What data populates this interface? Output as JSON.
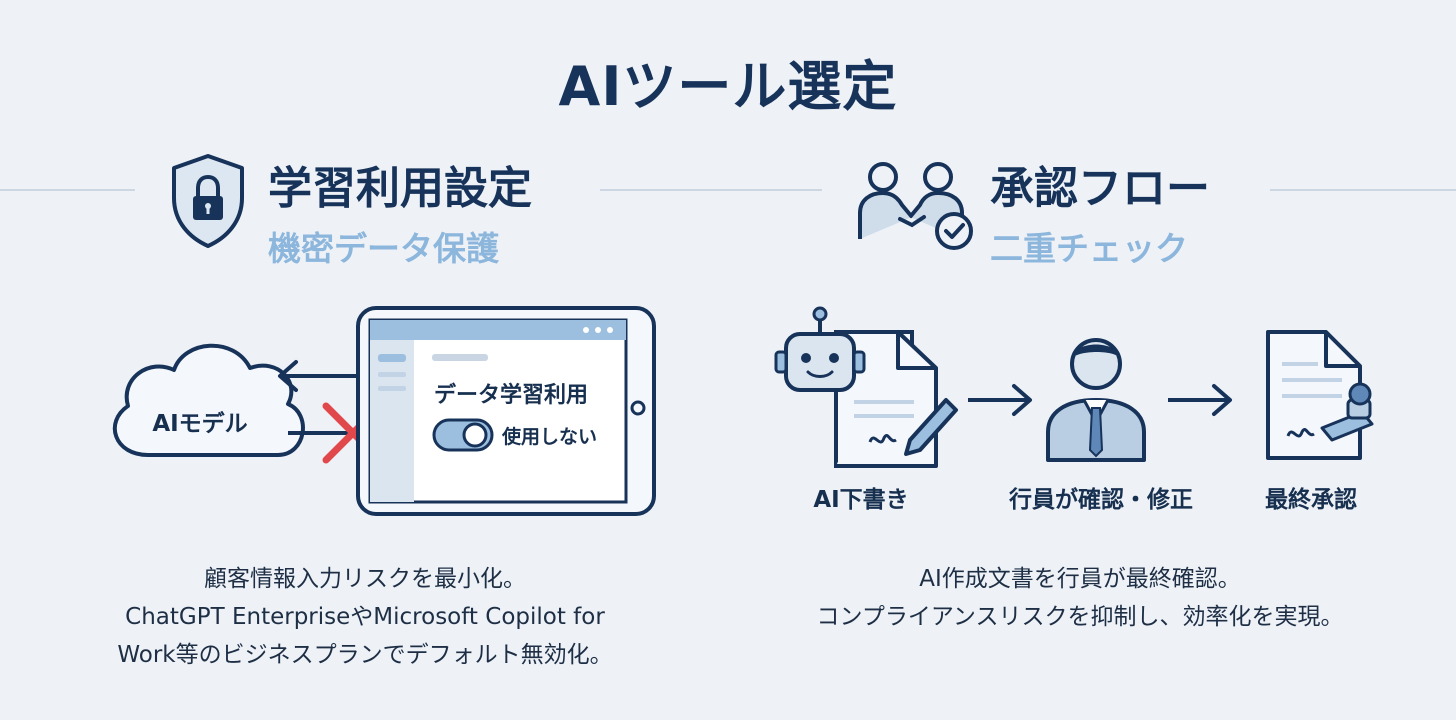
{
  "title": "AIツール選定",
  "left": {
    "heading": "学習利用設定",
    "subheading": "機密データ保護",
    "cloud_label": "AIモデル",
    "setting_label": "データ学習利用",
    "toggle_label": "使用しない",
    "caption_lines": [
      "顧客情報入力リスクを最小化。",
      "ChatGPT EnterpriseやMicrosoft Copilot for",
      "Work等のビジネスプランでデフォルト無効化。"
    ]
  },
  "right": {
    "heading": "承認フロー",
    "subheading": "二重チェック",
    "steps": [
      "AI下書き",
      "行員が確認・修正",
      "最終承認"
    ],
    "caption_lines": [
      "AI作成文書を行員が最終確認。",
      "コンプライアンスリスクを抑制し、効率化を実現。"
    ]
  },
  "icons": {
    "left_heading": "shield-lock-icon",
    "right_heading": "handshake-check-icon",
    "step1": "robot-document-icon",
    "step2": "businessman-icon",
    "step3": "document-stamp-icon"
  },
  "colors": {
    "navy": "#17335a",
    "light_blue": "#8cb6dc",
    "block_red": "#e0484c",
    "background": "#eef2f7"
  }
}
